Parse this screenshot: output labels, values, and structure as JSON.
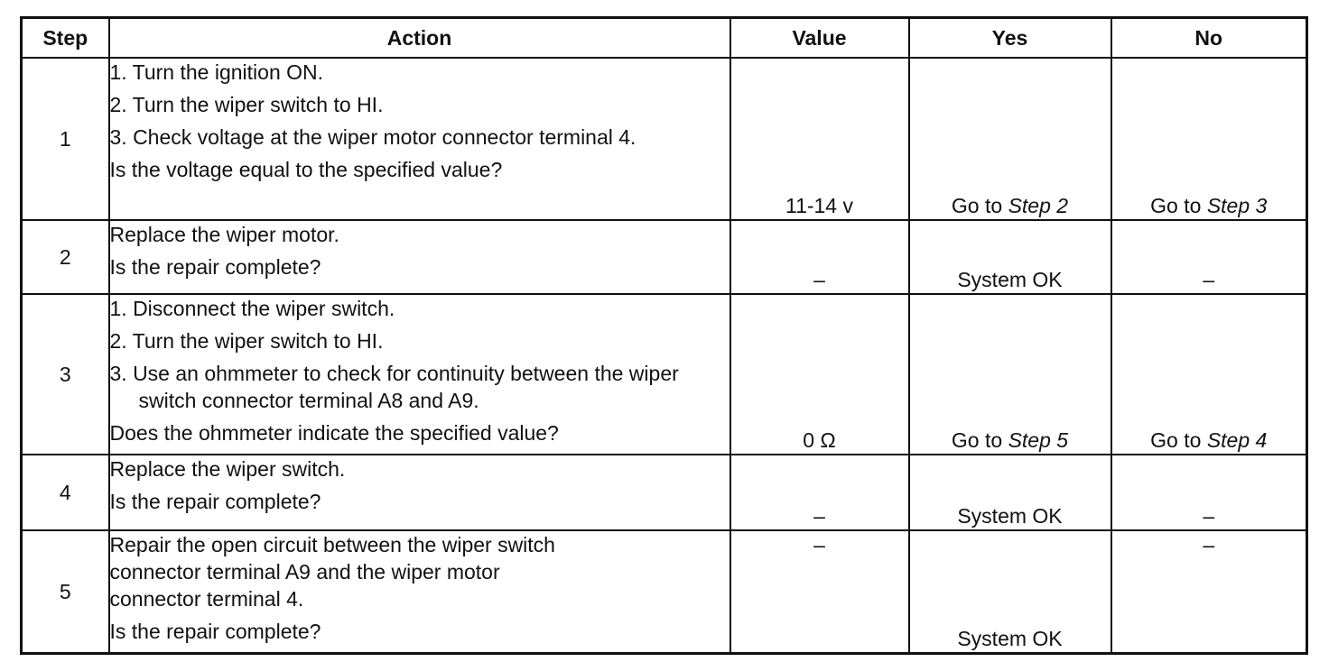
{
  "headers": {
    "step": "Step",
    "action": "Action",
    "value": "Value",
    "yes": "Yes",
    "no": "No"
  },
  "rows": [
    {
      "step": "1",
      "items": [
        "1. Turn the ignition ON.",
        "2. Turn the wiper switch to HI.",
        "3. Check voltage at the wiper motor connector terminal 4."
      ],
      "question": "Is the voltage equal to the specified value?",
      "value": "11-14 v",
      "yes_prefix": "Go to ",
      "yes_step": "Step 2",
      "no_prefix": "Go to ",
      "no_step": "Step 3"
    },
    {
      "step": "2",
      "text": "Replace the wiper motor.",
      "question": "Is the repair complete?",
      "value": "–",
      "yes": "System OK",
      "no": "–"
    },
    {
      "step": "3",
      "items": [
        "1. Disconnect the wiper switch.",
        "2. Turn the wiper switch to HI.",
        "3. Use an ohmmeter to check for continuity between the wiper switch connector terminal A8 and A9."
      ],
      "question": "Does the ohmmeter indicate the specified value?",
      "value": "0 Ω",
      "yes_prefix": "Go to ",
      "yes_step": "Step 5",
      "no_prefix": "Go to ",
      "no_step": "Step 4"
    },
    {
      "step": "4",
      "text": "Replace the wiper switch.",
      "question": "Is the repair complete?",
      "value": "–",
      "yes": "System OK",
      "no": "–"
    },
    {
      "step": "5",
      "text_lines": [
        "Repair the open circuit between the wiper switch",
        "connector terminal A9 and the wiper motor",
        "connector terminal 4."
      ],
      "question": "Is the repair complete?",
      "value": "–",
      "yes": "System OK",
      "no": "–"
    }
  ]
}
